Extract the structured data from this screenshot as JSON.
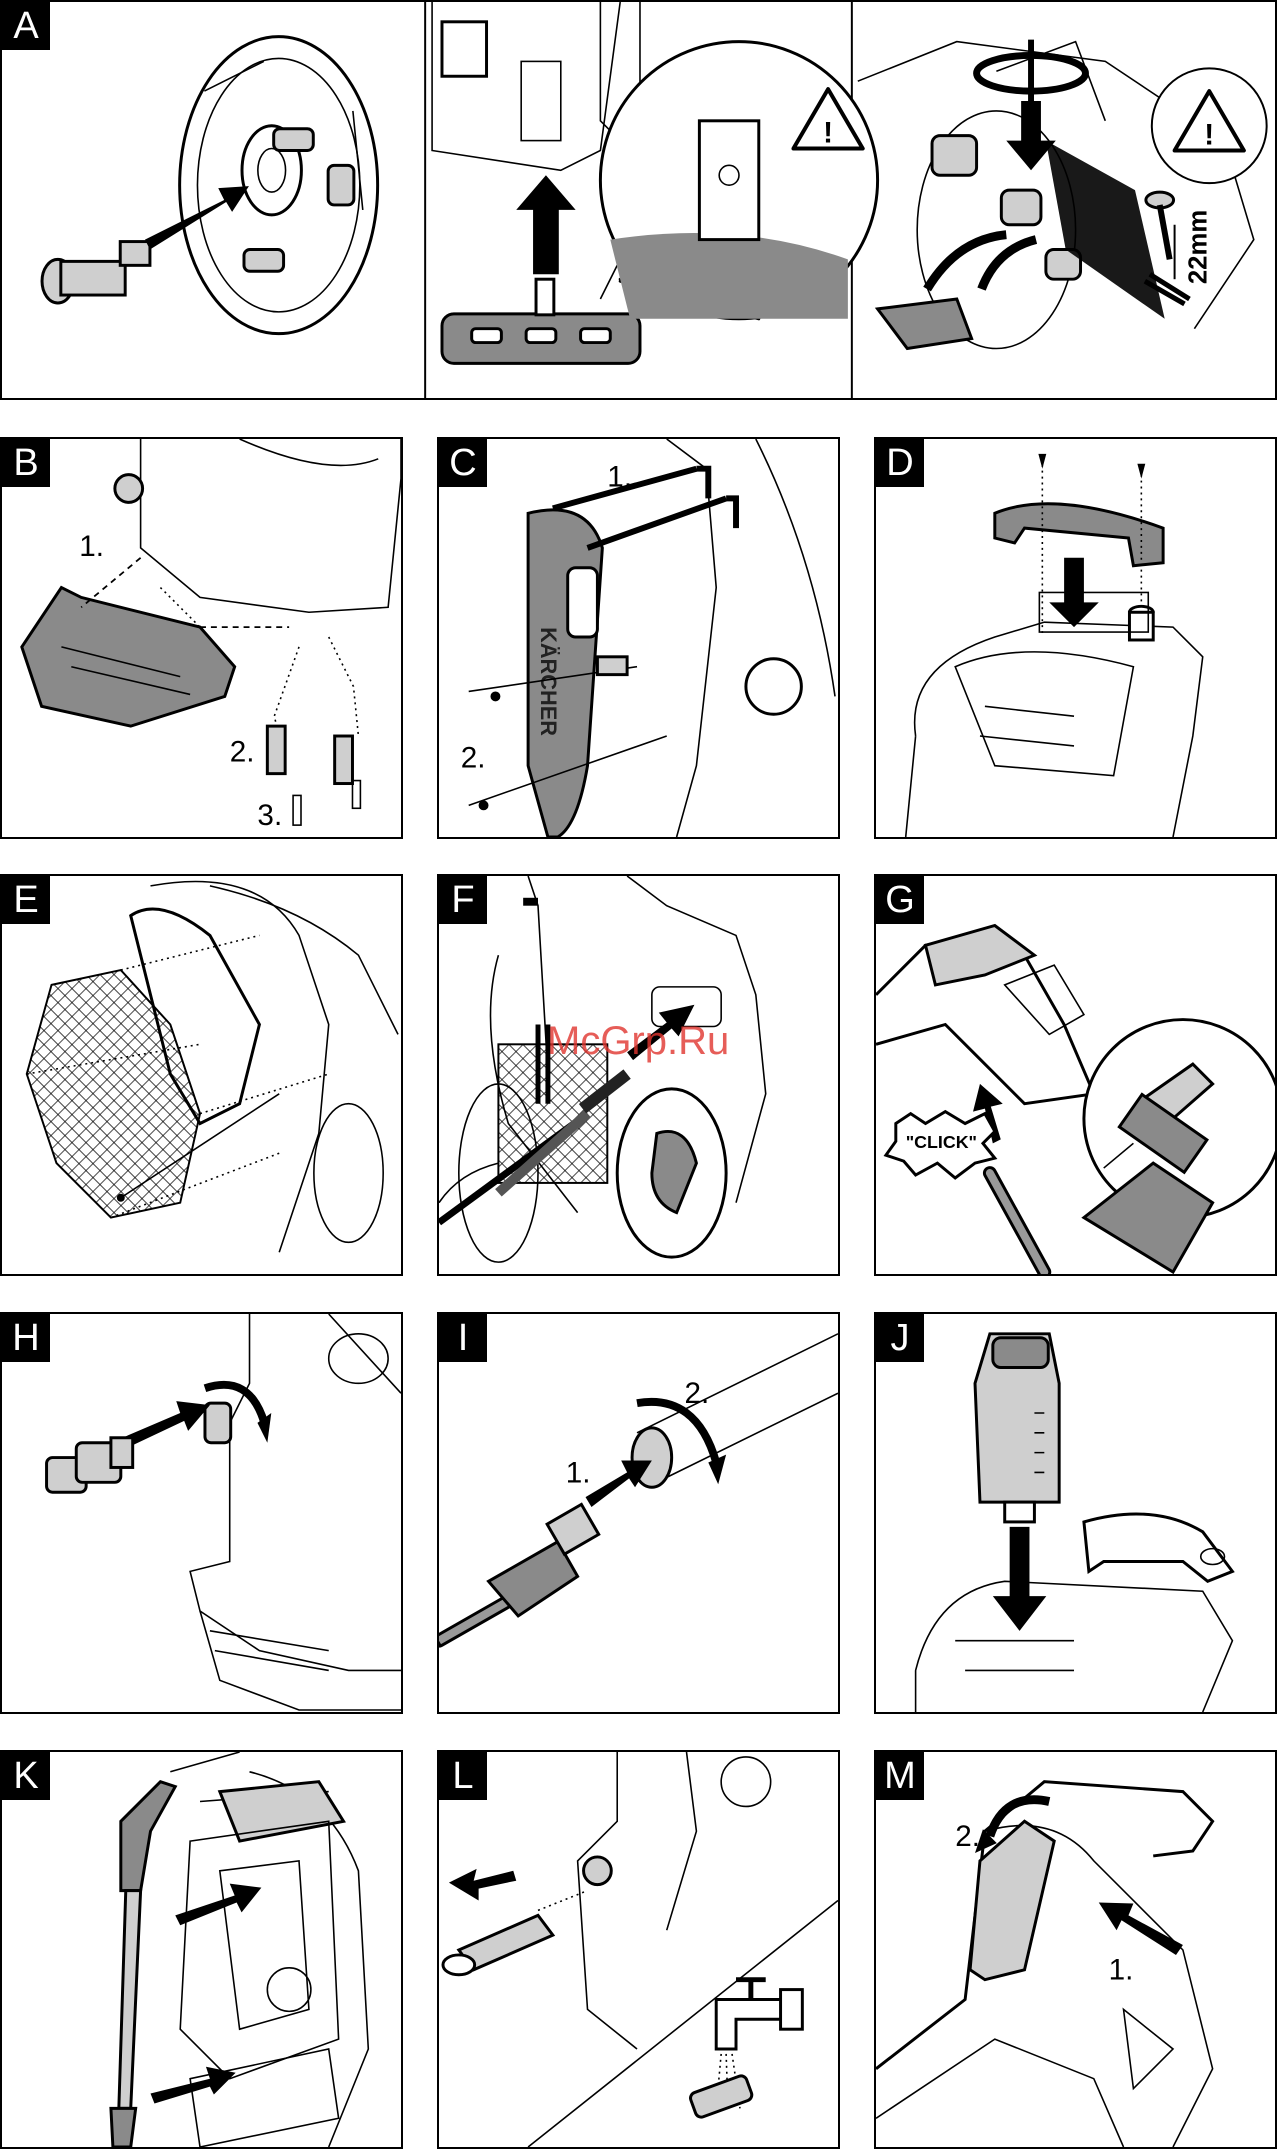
{
  "panels": {
    "A": {
      "letter": "A",
      "warning_mark": "!",
      "screw_length": "22mm"
    },
    "B": {
      "letter": "B",
      "step1": "1.",
      "step2": "2.",
      "step3": "3."
    },
    "C": {
      "letter": "C",
      "step1": "1.",
      "step2": "2.",
      "brand": "KÄRCHER"
    },
    "D": {
      "letter": "D"
    },
    "E": {
      "letter": "E"
    },
    "F": {
      "letter": "F"
    },
    "G": {
      "letter": "G",
      "click_text": "\"CLICK\""
    },
    "H": {
      "letter": "H"
    },
    "I": {
      "letter": "I",
      "step1": "1.",
      "step2": "2."
    },
    "J": {
      "letter": "J"
    },
    "K": {
      "letter": "K"
    },
    "L": {
      "letter": "L"
    },
    "M": {
      "letter": "M",
      "step1": "1.",
      "step2": "2."
    }
  },
  "watermark": "McGrp.Ru",
  "icons": [
    "warning-triangle-icon",
    "arrow-icon",
    "rotate-arrow-icon",
    "water-tap-icon"
  ],
  "colors": {
    "line": "#000000",
    "fill_gray": "#8a8a8a",
    "light_gray": "#cfcfcf",
    "watermark": "#e0352f"
  }
}
